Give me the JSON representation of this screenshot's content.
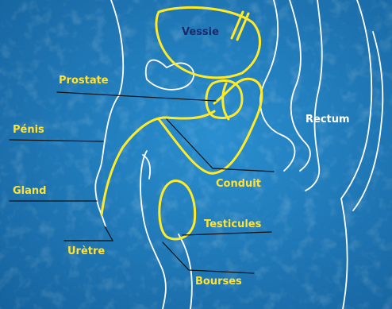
{
  "colors": {
    "background": "#1f80c2",
    "organ_outline": "#ffea2a",
    "body_outline": "#ffffff",
    "leader_line": "#111111",
    "label_yellow": "#ffe233",
    "label_white": "#ffffff",
    "label_dark": "#1b2a6b"
  },
  "labels": {
    "vessie": "Vessie",
    "prostate": "Prostate",
    "penis": "Pénis",
    "rectum": "Rectum",
    "gland": "Gland",
    "conduit": "Conduit",
    "testicules": "Testicules",
    "uretre": "Urètre",
    "bourses": "Bourses"
  }
}
